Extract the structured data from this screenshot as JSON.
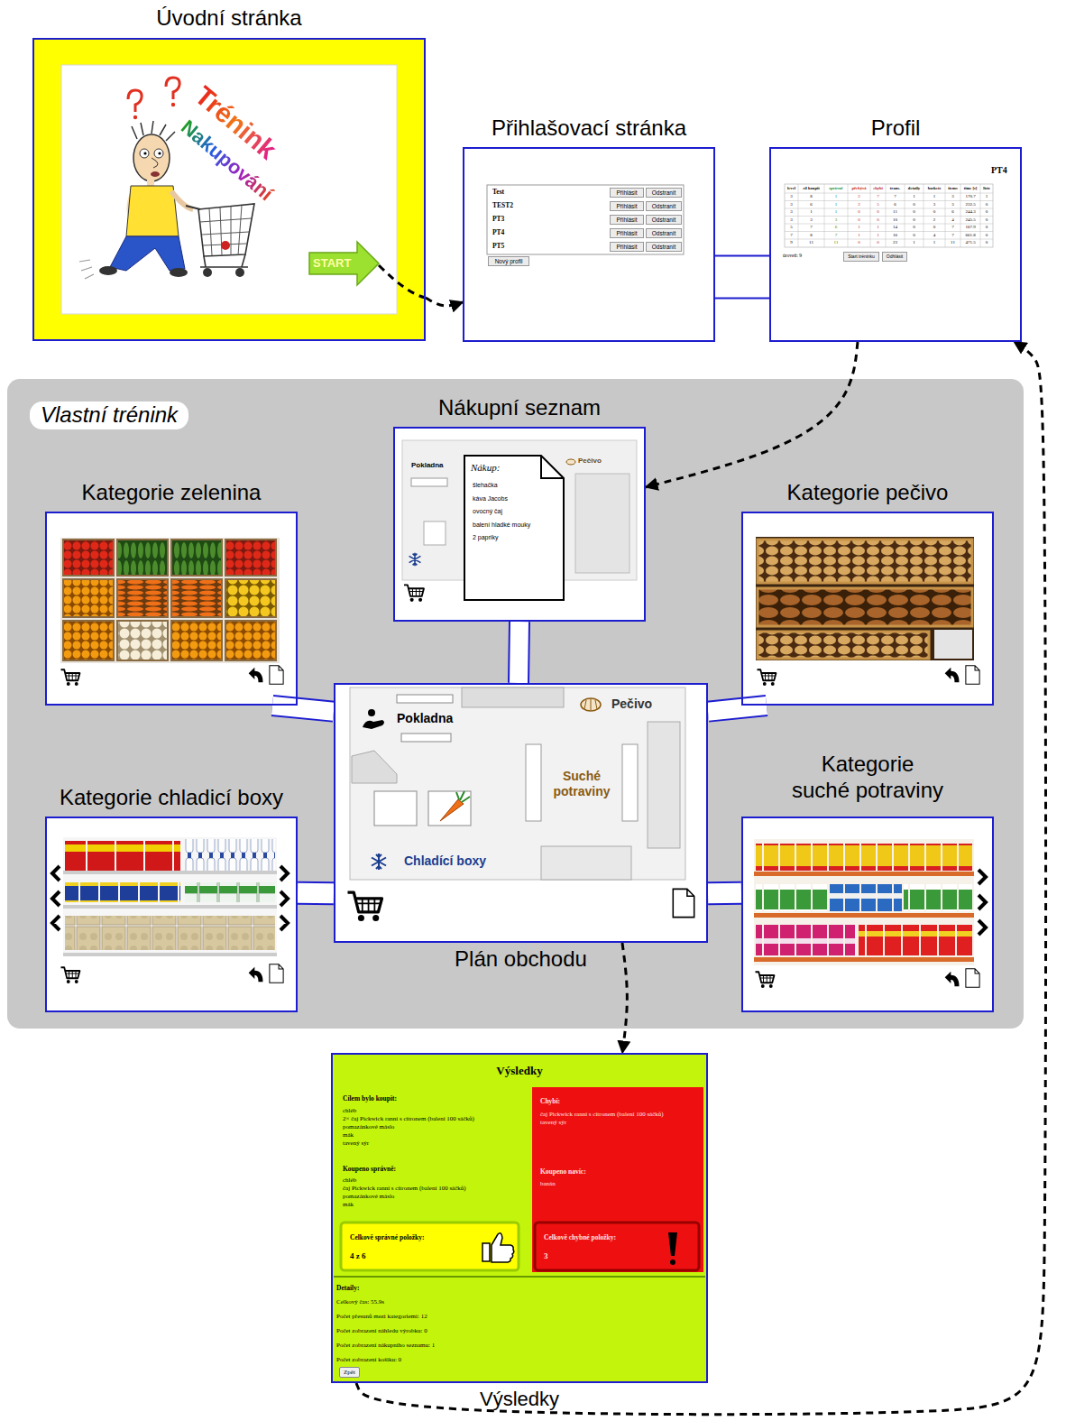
{
  "diagram": {
    "nodes": [
      {
        "text": [
          "Úvodní stránka"
        ]
      },
      {
        "text": [
          "Přihlašovací stránka"
        ]
      },
      {
        "text": [
          "Profil"
        ]
      },
      {
        "text": [
          "Vlastní trénink"
        ]
      },
      {
        "text": [
          "Nákupní seznam",
          "Nákup:",
          "šlehačka",
          "káva Jacobs",
          "ovocný čaj",
          "balení hladké mouky",
          "2 papriky"
        ],
        "in": 3
      },
      {
        "text": [
          "Kategorie zelenina"
        ],
        "in": 3
      },
      {
        "text": [
          "Kategorie pečivo"
        ],
        "in": 3
      },
      {
        "text": [
          "Pokladna",
          "Pečivo",
          "Suché potraviny",
          "Chladící boxy",
          "Plán obchodu"
        ],
        "in": 3
      },
      {
        "text": [
          "Kategorie chladicí boxy"
        ],
        "in": 3
      },
      {
        "text": [
          "Kategorie suché potraviny"
        ],
        "in": 3
      },
      {
        "text": [
          "Výsledky",
          "Cílem bylo koupit:",
          "chléb",
          "2× čaj Pickwick ranní s citronem (balení 100 sáčků)",
          "pomazánkové máslo",
          "mák",
          "tavený sýr",
          "Koupeno správně:",
          "chléb",
          "čaj Pickwick ranní s citronem (balení 100 sáčků)",
          "pomazánkové máslo",
          "mák",
          "Detaily:",
          "Celkový čas: 55.9s",
          "Počet přesunů mezi kategoriemi: 12",
          "Počet zobrazení náhledu výrobku: 0",
          "Počet zobrazení nákupního seznamu: 1",
          "Počet zobrazení košíku: 0",
          "Zpět",
          "Výsledky"
        ]
      },
      {
        "text": [
          "Chybí:",
          "čaj Pickwick ranní s citronem (balení 100 sáčků)",
          "tavený sýr",
          "Koupeno navíc:",
          "banán"
        ],
        "in": 10
      },
      {
        "text": [
          "Celkově správné položky:",
          "4 z 6"
        ],
        "in": 10
      },
      {
        "text": [
          "Celkově chybné položky:",
          "3"
        ],
        "in": 11
      }
    ],
    "edges": [
      {
        "from": 0,
        "to": 1,
        "arrow": "to"
      },
      {
        "from": 1,
        "to": 2,
        "arrow": "none"
      },
      {
        "from": 2,
        "to": 4,
        "arrow": "to"
      },
      {
        "from": 4,
        "to": 7,
        "arrow": "none"
      },
      {
        "from": 5,
        "to": 7,
        "arrow": "none"
      },
      {
        "from": 6,
        "to": 7,
        "arrow": "none"
      },
      {
        "from": 7,
        "to": 8,
        "arrow": "none"
      },
      {
        "from": 7,
        "to": 9,
        "arrow": "none"
      },
      {
        "from": 7,
        "to": 10,
        "arrow": "to"
      },
      {
        "from": 10,
        "to": 2,
        "arrow": "to"
      }
    ],
    "labels": [
      "Trénink",
      "Nakupování",
      "START",
      "Test",
      "Přihlásit",
      "Odstranit",
      "TEST2",
      "Přihlásit",
      "Odstranit",
      "PT3",
      "Přihlásit",
      "Odstranit",
      "PT4",
      "Přihlásit",
      "Odstranit",
      "PT5",
      "Přihlásit",
      "Odstranit",
      "Nový profil",
      "PT4",
      "level",
      "cíl koupit",
      "správně",
      "přebývá",
      "chybí",
      "trans.",
      "detaily",
      "baskets",
      "items",
      "time [s]",
      "lists",
      "3",
      "8",
      "1",
      "2",
      "7",
      "7",
      "1",
      "1",
      "3",
      "170.7",
      "1",
      "3",
      "6",
      "1",
      "2",
      "5",
      "6",
      "0",
      "3",
      "3",
      "232.5",
      "0",
      "3",
      "1",
      "1",
      "0",
      "0",
      "11",
      "0",
      "0",
      "6",
      "244.3",
      "0",
      "3",
      "3",
      "3",
      "0",
      "0",
      "10",
      "0",
      "2",
      "4",
      "245.5",
      "0",
      "5",
      "7",
      "6",
      "1",
      "1",
      "14",
      "0",
      "0",
      "7",
      "167.9",
      "0",
      "7",
      "8",
      "7",
      "1",
      "1",
      "16",
      "0",
      "4",
      "7",
      "661.8",
      "0",
      "9",
      "11",
      "11",
      "0",
      "0",
      "23",
      "1",
      "1",
      "11",
      "471.5",
      "0",
      "úroveň: 9",
      "Start tréninku",
      "Odhlásit",
      "Pokladna",
      "Pečivo"
    ]
  }
}
